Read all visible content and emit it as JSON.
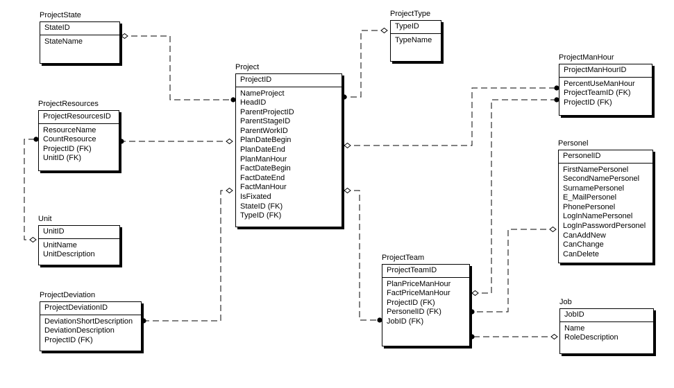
{
  "entities": [
    {
      "key": "ProjectState",
      "title": "ProjectState",
      "pk": "StateID",
      "fields": [
        "StateName"
      ]
    },
    {
      "key": "ProjectType",
      "title": "ProjectType",
      "pk": "TypeID",
      "fields": [
        "TypeName"
      ]
    },
    {
      "key": "Project",
      "title": "Project",
      "pk": "ProjectID",
      "fields": [
        "NameProject",
        "HeadID",
        "ParentProjectID",
        "ParentStageID",
        "ParentWorkID",
        "PlanDateBegin",
        "PlanDateEnd",
        "PlanManHour",
        "FactDateBegin",
        "FactDateEnd",
        "FactManHour",
        "IsFixated",
        "StateID (FK)",
        "TypeID (FK)"
      ]
    },
    {
      "key": "ProjectManHour",
      "title": "ProjectManHour",
      "pk": "ProjectManHourID",
      "fields": [
        "PercentUseManHour",
        "ProjectTeamID (FK)",
        "ProjectID (FK)"
      ]
    },
    {
      "key": "ProjectResources",
      "title": "ProjectResources",
      "pk": "ProjectResourcesID",
      "fields": [
        "ResourceName",
        "CountResource",
        "ProjectID (FK)",
        "UnitID (FK)"
      ]
    },
    {
      "key": "Personel",
      "title": "Personel",
      "pk": "PersonelID",
      "fields": [
        "FirstNamePersonel",
        "SecondNamePersonel",
        "SurnamePersonel",
        "E_MailPersonel",
        "PhonePersonel",
        "LogInNamePersonel",
        "LogInPasswordPersonel",
        "CanAddNew",
        "CanChange",
        "CanDelete"
      ]
    },
    {
      "key": "Unit",
      "title": "Unit",
      "pk": "UnitID",
      "fields": [
        "UnitName",
        "UnitDescription"
      ]
    },
    {
      "key": "ProjectTeam",
      "title": "ProjectTeam",
      "pk": "ProjectTeamID",
      "fields": [
        "PlanPriceManHour",
        "FactPriceManHour",
        "ProjectID (FK)",
        "PersonelID (FK)",
        "JobID (FK)"
      ]
    },
    {
      "key": "ProjectDeviation",
      "title": "ProjectDeviation",
      "pk": "ProjectDeviationID",
      "fields": [
        "DeviationShortDescription",
        "DeviationDescription",
        "ProjectID (FK)"
      ]
    },
    {
      "key": "Job",
      "title": "Job",
      "pk": "JobID",
      "fields": [
        "Name",
        "RoleDescription"
      ]
    }
  ],
  "relationships": [
    {
      "name": "projectstate-to-project",
      "from": "ProjectState",
      "to": "Project",
      "parent_end": "diamond",
      "child_end": "dot"
    },
    {
      "name": "projecttype-to-project",
      "from": "ProjectType",
      "to": "Project",
      "parent_end": "diamond",
      "child_end": "dot"
    },
    {
      "name": "project-to-projectresources",
      "from": "Project",
      "to": "ProjectResources",
      "parent_end": "diamond",
      "child_end": "dot"
    },
    {
      "name": "project-to-projectmanhour",
      "from": "Project",
      "to": "ProjectManHour",
      "parent_end": "diamond",
      "child_end": "dot"
    },
    {
      "name": "projectteam-to-projectmanhour",
      "from": "ProjectTeam",
      "to": "ProjectManHour",
      "parent_end": "diamond",
      "child_end": "dot"
    },
    {
      "name": "unit-to-projectresources",
      "from": "Unit",
      "to": "ProjectResources",
      "parent_end": "diamond",
      "child_end": "dot"
    },
    {
      "name": "project-to-projectdeviation",
      "from": "Project",
      "to": "ProjectDeviation",
      "parent_end": "diamond",
      "child_end": "dot"
    },
    {
      "name": "project-to-projectteam",
      "from": "Project",
      "to": "ProjectTeam",
      "parent_end": "diamond",
      "child_end": "dot"
    },
    {
      "name": "personel-to-projectteam",
      "from": "Personel",
      "to": "ProjectTeam",
      "parent_end": "diamond",
      "child_end": "dot"
    },
    {
      "name": "job-to-projectteam",
      "from": "Job",
      "to": "ProjectTeam",
      "parent_end": "diamond",
      "child_end": "dot"
    }
  ],
  "colors": {
    "line": "#000000",
    "background": "#ffffff",
    "box_shadow": "#000000"
  }
}
